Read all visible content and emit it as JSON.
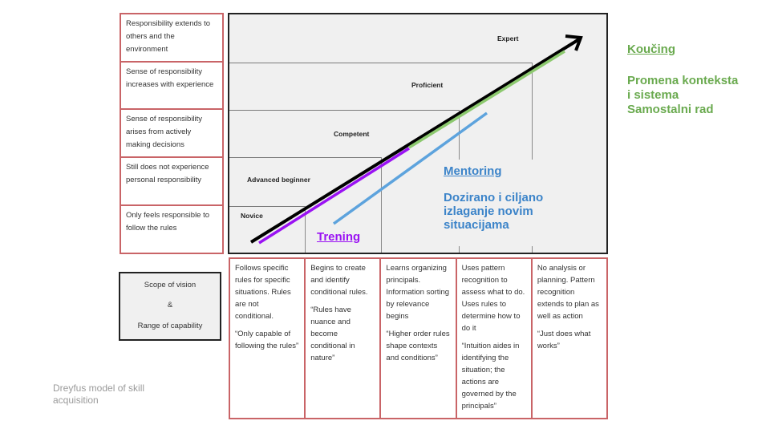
{
  "responsibility": [
    "Responsibility extends to others and the environment",
    "Sense of responsibility increases with experience",
    "Sense of responsibility arises from actively making decisions",
    "Still does not experience personal responsibility",
    "Only feels responsible to follow the rules"
  ],
  "stages": {
    "expert": "Expert",
    "proficient": "Proficient",
    "competent": "Competent",
    "advanced_beginner": "Advanced beginner",
    "novice": "Novice"
  },
  "overlays": {
    "trening": "Trening",
    "mentoring_title": "Mentoring",
    "mentoring_body": "Dozirano i ciljano izlaganje novim situacijama",
    "koucing_title": "Koučing",
    "koucing_body_1": "Promena konteksta",
    "koucing_body_2": "i sistema",
    "koucing_body_3": "Samostalni rad"
  },
  "colors": {
    "trening": "#9a12f3",
    "mentoring": "#3c84c9",
    "koucing": "#6aaa4f",
    "arrow": "#000000",
    "box_border": "#c96467"
  },
  "descriptions": [
    {
      "main": "Follows specific rules for specific situations. Rules are not conditional.",
      "quote": "“Only capable of following the rules”"
    },
    {
      "main": "Begins to create and identify conditional rules.",
      "quote": "“Rules have nuance and become conditional in nature”"
    },
    {
      "main": "Learns organizing principals. Information sorting by relevance begins",
      "quote": "“Higher order rules shape contexts and conditions”"
    },
    {
      "main": "Uses pattern recognition to assess what to do. Uses rules to determine how to do it",
      "quote": "“Intuition aides in identifying the situation; the actions are governed by the principals”"
    },
    {
      "main": "No analysis or planning. Pattern recognition extends to plan as well as action",
      "quote": "“Just does what works”"
    }
  ],
  "scope": {
    "line1": "Scope of vision",
    "line2": "&",
    "line3": "Range of capability"
  },
  "caption": "Dreyfus model of skill acquisition"
}
